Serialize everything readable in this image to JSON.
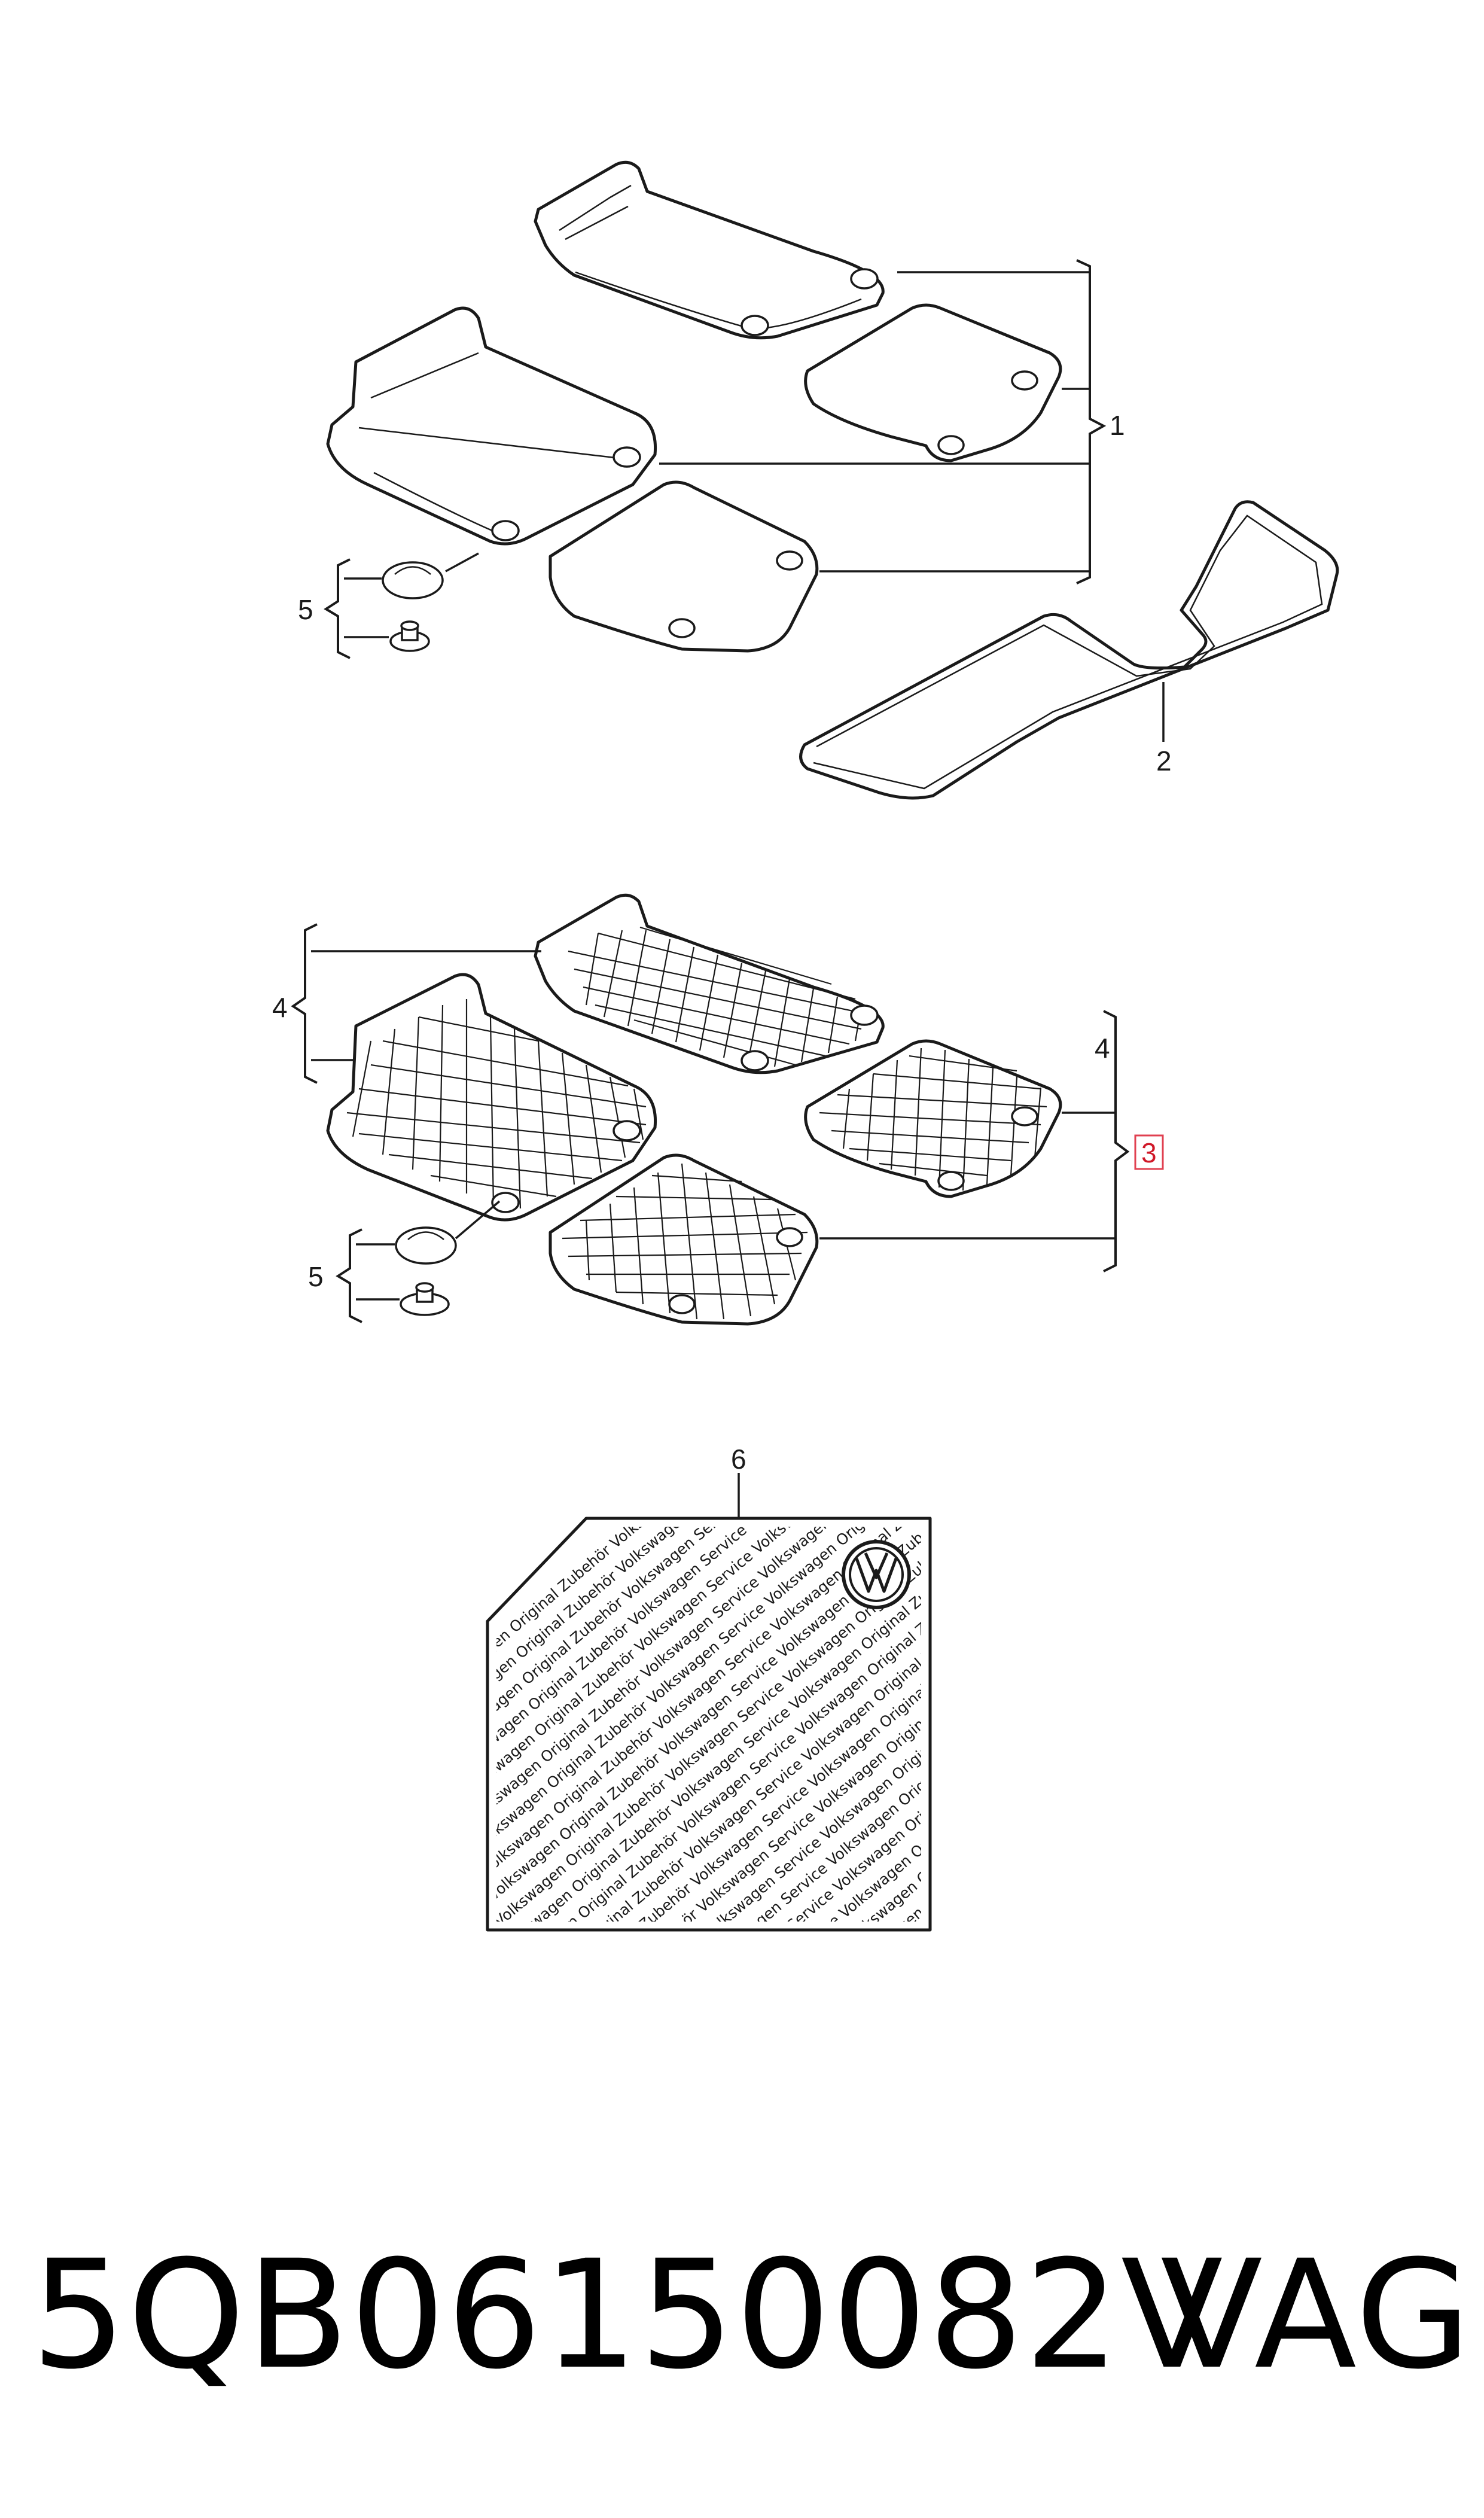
{
  "callouts": {
    "c1": "1",
    "c2": "2",
    "c3": "3",
    "c4a": "4",
    "c4b": "4",
    "c5a": "5",
    "c5b": "5",
    "c6": "6"
  },
  "highlighted_callout": "3",
  "label_pattern_text": "Volkswagen Service Volkswagen Original Zubehör Volkswagen Service Volkswagen Original Zubehör",
  "logo": "vw-logo-icon",
  "footer": {
    "part_number": "5QB06150082V",
    "brand": "VAG"
  },
  "colors": {
    "line": "#1a1a1a",
    "highlight": "#e04050"
  }
}
